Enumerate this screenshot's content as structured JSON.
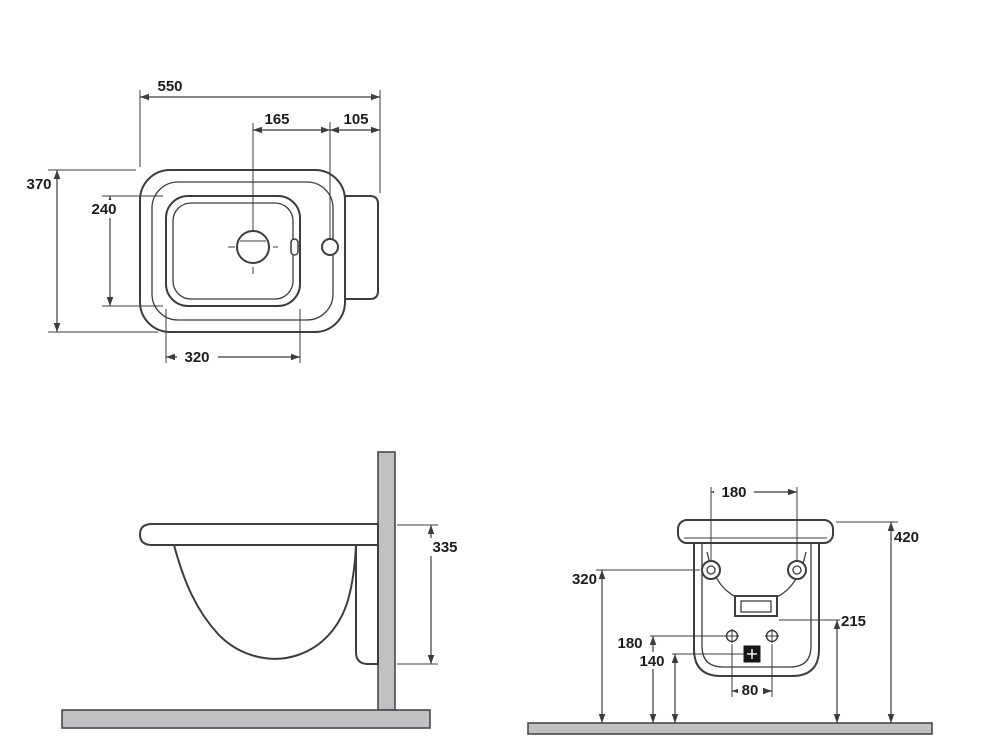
{
  "drawing": {
    "type": "technical-dimension-drawing",
    "subject": "wall-hung bidet, three orthographic views",
    "colors": {
      "line": "#3c3c3c",
      "material_gray": "#bfc1c3",
      "background": "#ffffff"
    },
    "views": {
      "top": {
        "label": "top-view-plan",
        "dimensions": {
          "overall_width": {
            "value": "550"
          },
          "drain_to_taphole": {
            "value": "165"
          },
          "taphole_to_edge": {
            "value": "105"
          },
          "overall_depth": {
            "value": "370"
          },
          "basin_depth": {
            "value": "240"
          },
          "basin_width": {
            "value": "320"
          }
        }
      },
      "side": {
        "label": "side-view-profile",
        "dimensions": {
          "rim_height": {
            "value": "335"
          }
        }
      },
      "rear": {
        "label": "rear-view-elevation",
        "dimensions": {
          "fixing_hole_spacing": {
            "value": "180"
          },
          "overall_height": {
            "value": "420"
          },
          "fixing_holes_from_floor": {
            "value": "320"
          },
          "outlet_from_floor": {
            "value": "215"
          },
          "bolts_from_floor": {
            "value": "180"
          },
          "drain_from_floor": {
            "value": "140"
          },
          "bolt_spacing": {
            "value": "80"
          }
        }
      }
    }
  }
}
